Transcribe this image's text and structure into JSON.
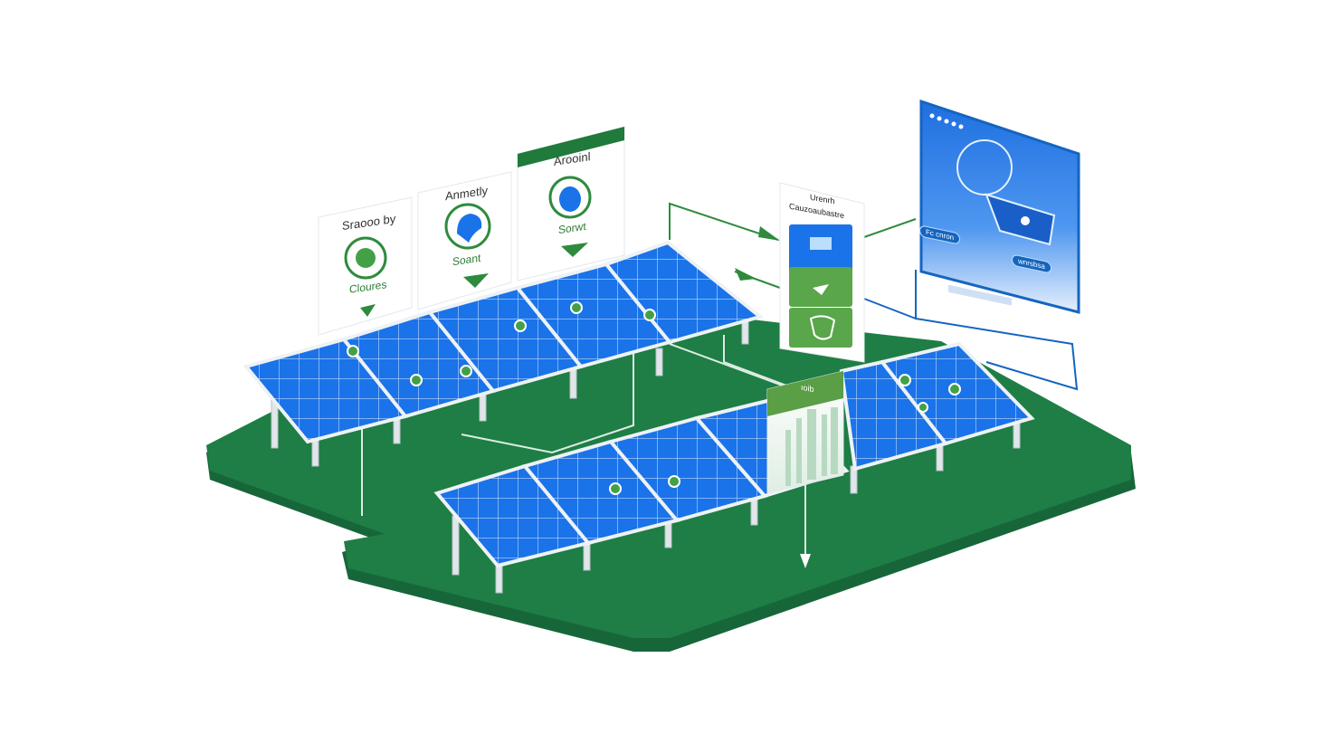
{
  "scene": {
    "description": "Isometric illustration of solar panel arrays on green ground with floating UI cards",
    "colors": {
      "ground": "#1e7e45",
      "ground_edge": "#17663a",
      "panel": "#1a73e8",
      "panel_grid": "#cfe3ff",
      "frame": "#e8eef2",
      "accent_green": "#2e8b3d",
      "card_bg": "#ffffff",
      "screen_blue": "#1e6fe0"
    }
  },
  "cards": [
    {
      "title": "Sraooo by",
      "subtitle": "Cloures",
      "icon": "gear-cluster-icon"
    },
    {
      "title": "Anmetly",
      "subtitle": "Soant",
      "icon": "cloud-leaf-icon"
    },
    {
      "title": "Arooinl",
      "subtitle": "Sorwt",
      "icon": "drop-icon"
    }
  ],
  "control_panel": {
    "title": "Urenrh",
    "subtitle": "Cauzoaubastre",
    "buttons": [
      {
        "icon": "screen-icon",
        "color": "#1a73e8"
      },
      {
        "icon": "plane-icon",
        "color": "#5aa64b"
      },
      {
        "icon": "shield-icon",
        "color": "#5aa64b"
      }
    ]
  },
  "screen": {
    "dots": 5,
    "left_pill": "Fc cnron",
    "right_pill": "wnrsbsa",
    "icon": "face-bubble-icon"
  },
  "chart_card": {
    "header": "ıoib",
    "icon": "network-icon"
  }
}
